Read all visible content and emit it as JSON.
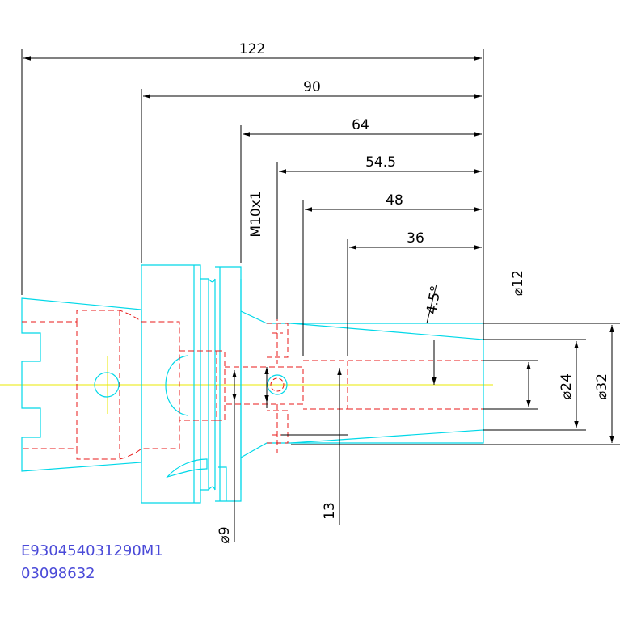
{
  "colors": {
    "outline": "#00d8e8",
    "hidden": "#e81818",
    "center": "#e8e800",
    "dimension": "#000000",
    "part_id": "#4a4ad8"
  },
  "dimensions": {
    "length_122": "122",
    "length_90": "90",
    "length_64": "64",
    "length_54_5": "54.5",
    "length_48": "48",
    "length_36": "36",
    "thread": "M10x1",
    "angle": "4.5°",
    "dia_12": "⌀12",
    "dia_24": "⌀24",
    "dia_32": "⌀32",
    "dia_9": "⌀9",
    "len_13": "13"
  },
  "part": {
    "code": "E930454031290M1",
    "number": "03098632"
  }
}
